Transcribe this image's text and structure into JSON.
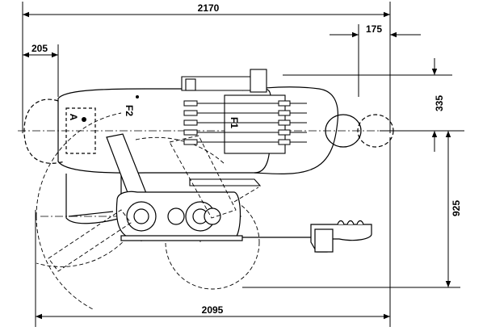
{
  "dimensions": {
    "overall_top": "2170",
    "overall_bottom": "2095",
    "left_offset": "205",
    "right_offset": "175",
    "right_upper": "335",
    "right_lower": "925"
  },
  "labels": {
    "position_a": "A",
    "position_f1": "F1",
    "position_f2": "F2"
  }
}
